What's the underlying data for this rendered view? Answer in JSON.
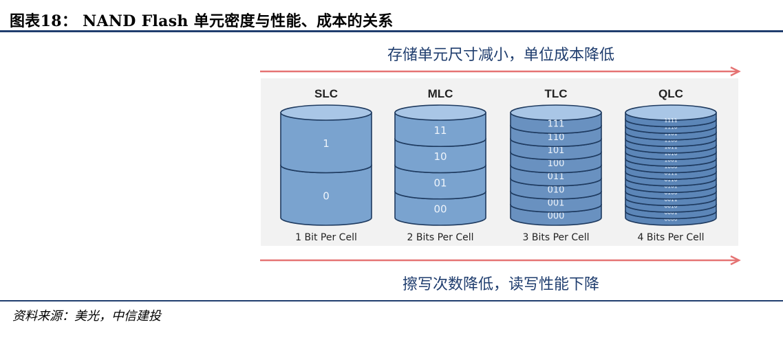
{
  "title": "图表18：  NAND Flash 单元密度与性能、成本的关系",
  "top_caption": "存储单元尺寸减小，单位成本降低",
  "bottom_caption": "擦写次数降低，读写性能下降",
  "source": "资料来源：美光，中信建投",
  "colors": {
    "arrow": "#e57373",
    "rule": "#1f3d6e",
    "caption": "#1f3d6e"
  },
  "cells": [
    {
      "type": "SLC",
      "label": "1 Bit Per Cell",
      "values": [
        "1",
        "0"
      ]
    },
    {
      "type": "MLC",
      "label": "2 Bits Per Cell",
      "values": [
        "11",
        "10",
        "01",
        "00"
      ]
    },
    {
      "type": "TLC",
      "label": "3 Bits Per Cell",
      "values": [
        "111",
        "110",
        "101",
        "100",
        "011",
        "010",
        "001",
        "000"
      ]
    },
    {
      "type": "QLC",
      "label": "4 Bits Per Cell",
      "values": [
        "1111",
        "1110",
        "1101",
        "1100",
        "1011",
        "1010",
        "1001",
        "1000",
        "0111",
        "0110",
        "0101",
        "0100",
        "0011",
        "0010",
        "0001",
        "0000"
      ]
    }
  ]
}
